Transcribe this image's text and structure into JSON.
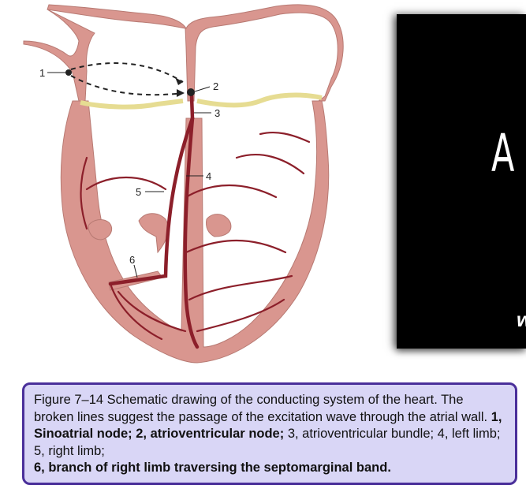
{
  "figure": {
    "labels": [
      "1",
      "2",
      "3",
      "4",
      "5",
      "6"
    ],
    "colors": {
      "myocardium": "#d9968f",
      "tissue_light": "#e7b3ab",
      "conduction": "#8c1f2a",
      "valve_ring": "#e6dc92",
      "line": "#222222"
    }
  },
  "video": {
    "letter": "A",
    "small_text": "w"
  },
  "caption": {
    "part1": "Figure 7–14 Schematic drawing of the conducting system of the heart. The broken lines suggest the passage of the excitation wave through the atrial wall. ",
    "part2": "1, Sinoatrial node; 2, atrioventricular node;",
    "part3": " 3, atrioventricular bundle; 4, left limb; 5, right limb; ",
    "part4": "6, branch of right limb traversing the septomarginal band."
  }
}
